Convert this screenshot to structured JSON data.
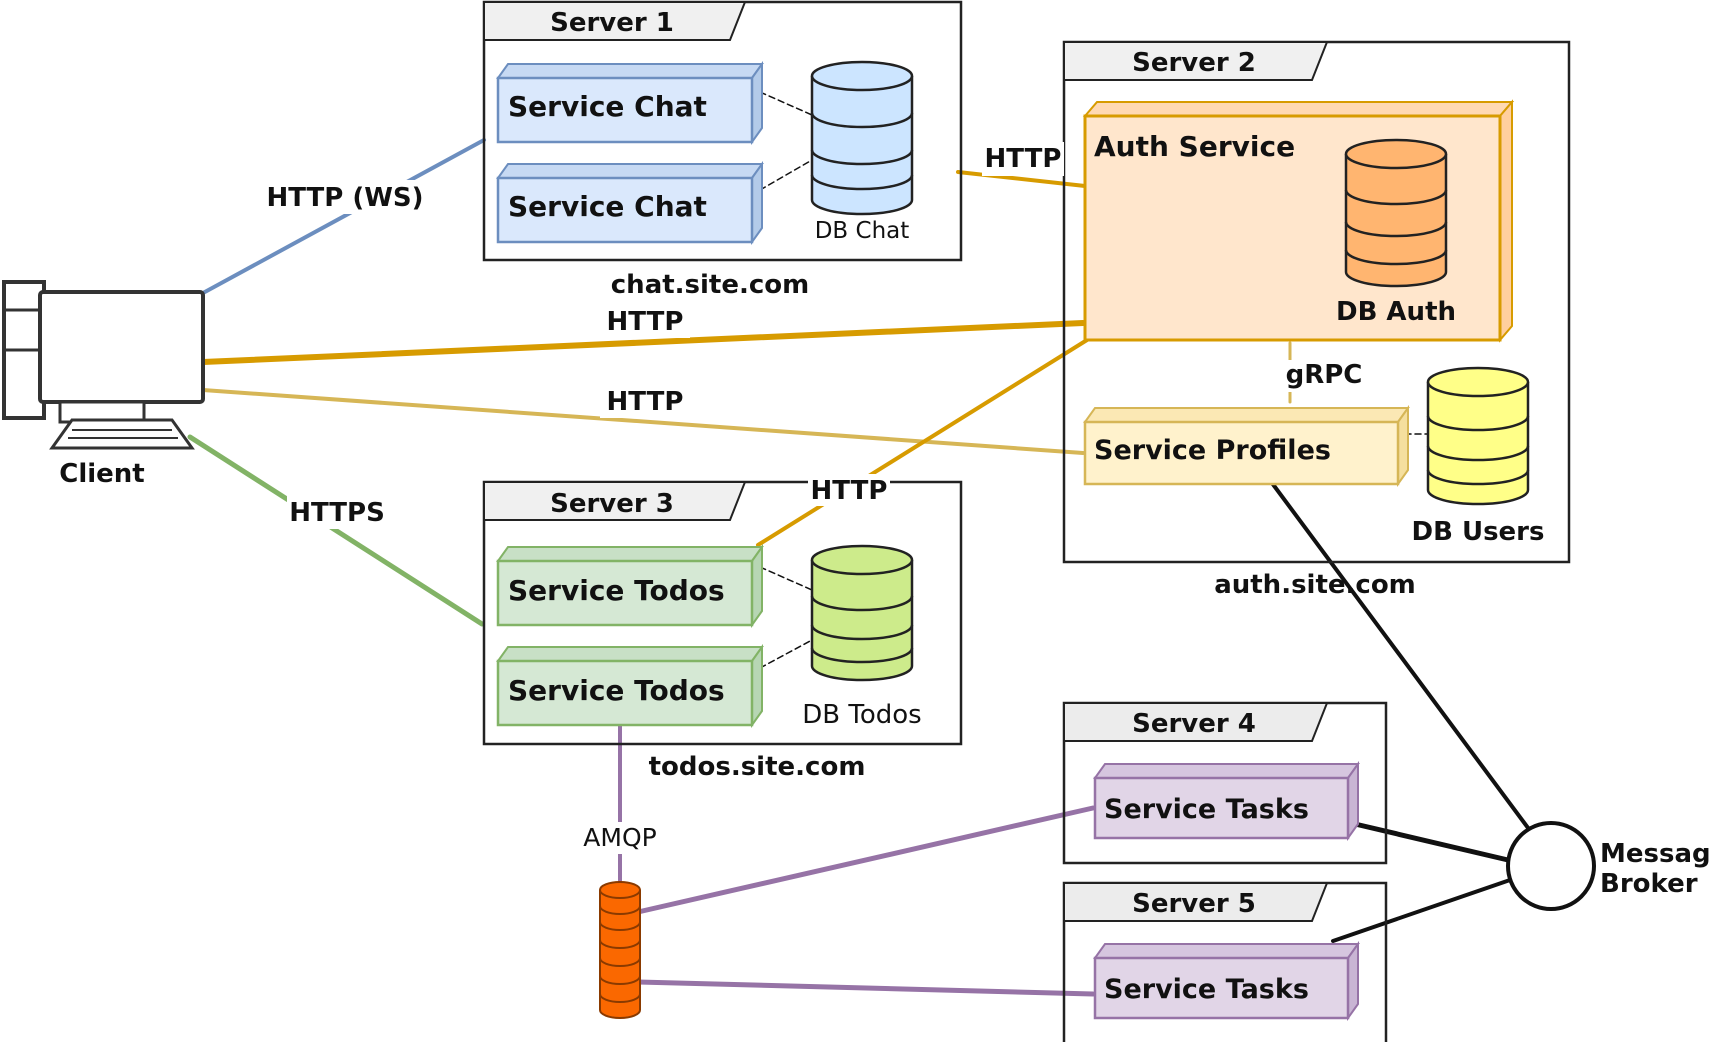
{
  "client": {
    "label": "Client"
  },
  "servers": {
    "s1": {
      "title": "Server 1",
      "domain": "chat.site.com"
    },
    "s2": {
      "title": "Server 2",
      "domain": "auth.site.com"
    },
    "s3": {
      "title": "Server 3",
      "domain": "todos.site.com"
    },
    "s4": {
      "title": "Server 4"
    },
    "s5": {
      "title": "Server 5"
    }
  },
  "services": {
    "chat1": "Service Chat",
    "chat2": "Service Chat",
    "auth": "Auth Service",
    "profiles": "Service Profiles",
    "todos1": "Service Todos",
    "todos2": "Service Todos",
    "tasks1": "Service Tasks",
    "tasks2": "Service Tasks"
  },
  "databases": {
    "chat": "DB Chat",
    "auth": "DB Auth",
    "users": "DB Users",
    "todos": "DB Todos"
  },
  "connections": {
    "client_chat": "HTTP (WS)",
    "client_auth": "HTTP",
    "client_profiles": "HTTP",
    "client_todos": "HTTPS",
    "chat_auth": "HTTP",
    "todos_auth": "HTTP",
    "auth_profiles": "gRPC",
    "todos_queue": "AMQP"
  },
  "broker": {
    "line1": "Message",
    "line2": "Broker"
  },
  "colors": {
    "blue_fill": "#dae8fc",
    "blue_stroke": "#6c8ebf",
    "orange_fill": "#ffe6cc",
    "orange_stroke": "#d79b00",
    "yellow_fill": "#fff2cc",
    "yellow_stroke": "#d6b656",
    "green_fill": "#d5e8d4",
    "green_stroke": "#82b366",
    "purple_fill": "#e1d5e7",
    "purple_stroke": "#9673a6",
    "queue_fill": "#fa6800"
  }
}
